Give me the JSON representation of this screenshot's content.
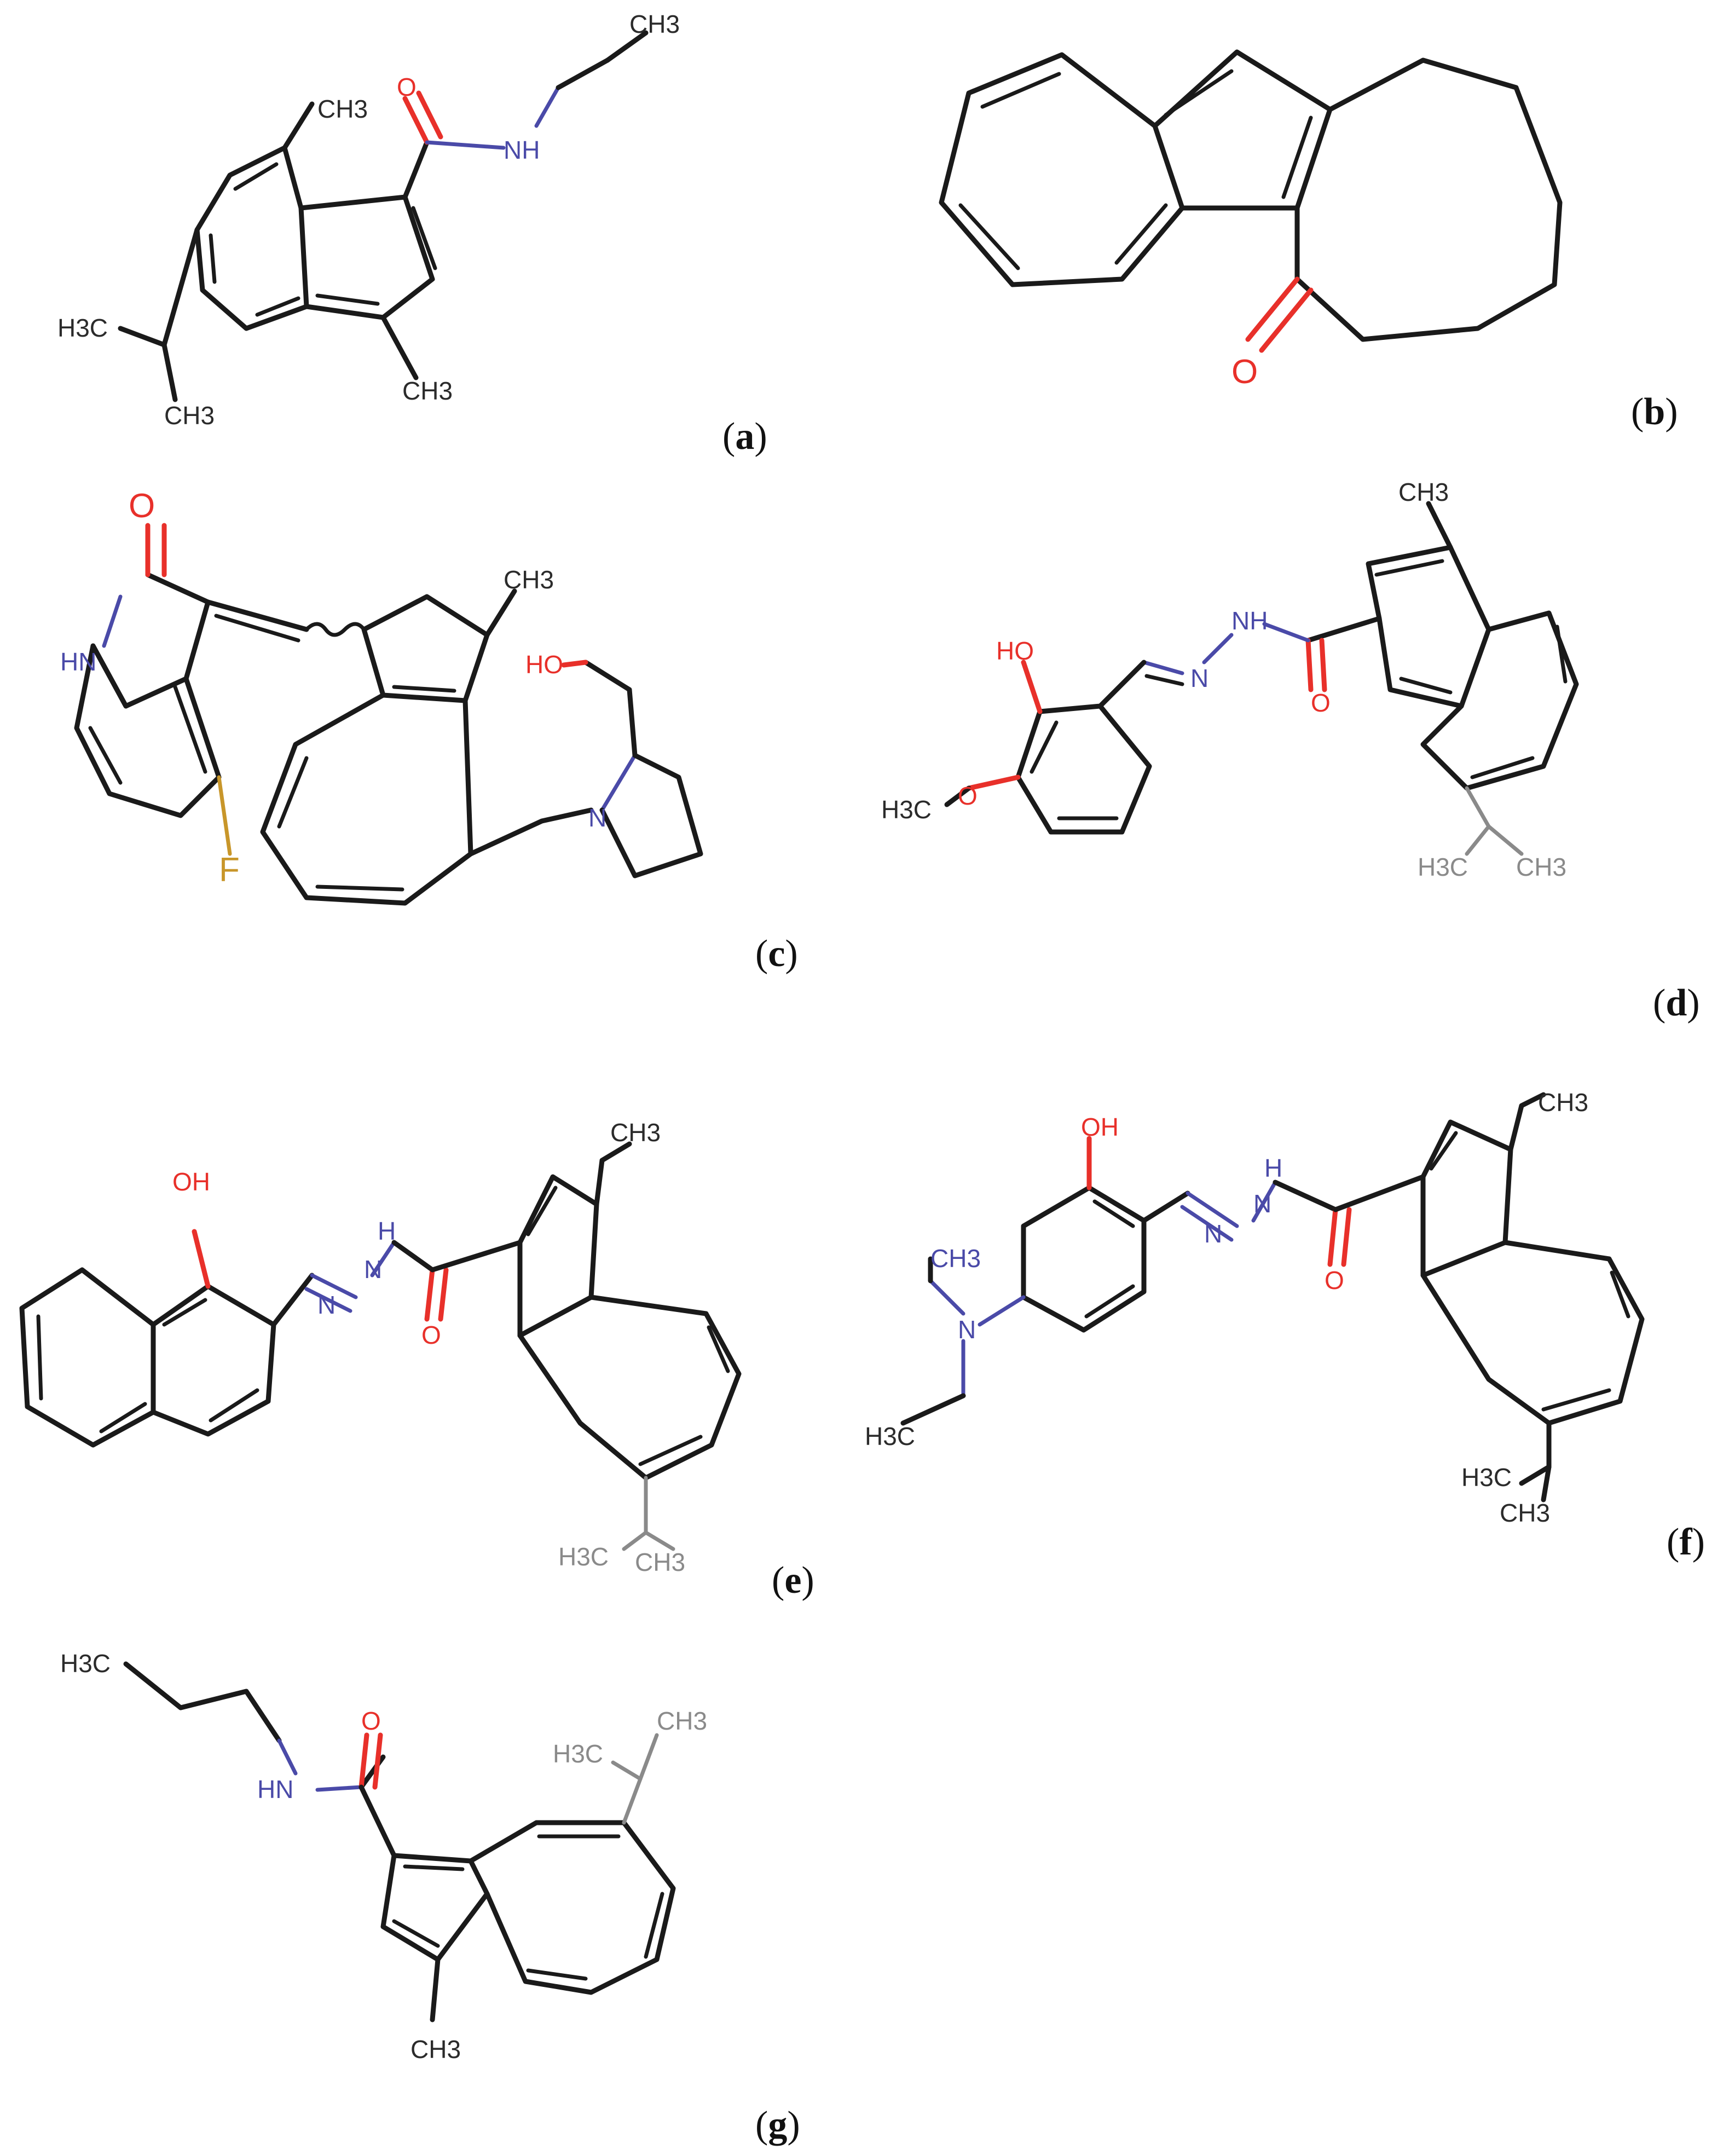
{
  "panels": [
    {
      "id": "a",
      "label": "a",
      "atoms": {
        "ch3_top": "CH3",
        "ch3_ring": "CH3",
        "ch3_low": "CH3",
        "h3c": "H3C",
        "ch3_iso": "CH3",
        "o": "O",
        "nh": "NH"
      }
    },
    {
      "id": "b",
      "label": "b",
      "atoms": {
        "o": "O"
      }
    },
    {
      "id": "c",
      "label": "c",
      "atoms": {
        "o": "O",
        "hn": "HN",
        "f": "F",
        "ch3": "CH3",
        "ho": "HO",
        "n": "N"
      }
    },
    {
      "id": "d",
      "label": "d",
      "atoms": {
        "ch3": "CH3",
        "nh": "NH",
        "n": "N",
        "o": "O",
        "ho": "HO",
        "h3c_o": "H3C",
        "o_ether": "O",
        "h3c_iso": "H3C",
        "ch3_iso": "CH3"
      }
    },
    {
      "id": "e",
      "label": "e",
      "atoms": {
        "oh": "OH",
        "n": "N",
        "nh": "N",
        "h": "H",
        "o": "O",
        "ch3": "CH3",
        "h3c_iso": "H3C",
        "ch3_iso": "CH3"
      }
    },
    {
      "id": "f",
      "label": "f",
      "atoms": {
        "oh": "OH",
        "ch3_et": "CH3",
        "n_amine": "N",
        "h3c_et": "H3C",
        "n": "N",
        "nh": "N",
        "h": "H",
        "o": "O",
        "ch3": "CH3",
        "h3c_iso": "H3C",
        "ch3_iso": "CH3"
      }
    },
    {
      "id": "g",
      "label": "g",
      "atoms": {
        "h3c": "H3C",
        "o": "O",
        "hn": "HN",
        "h3c_iso": "H3C",
        "ch3_iso": "CH3",
        "ch3": "CH3"
      }
    }
  ],
  "colors": {
    "bond": "#1a1a1a",
    "oxygen": "#e8302a",
    "nitrogen": "#4a4aa8",
    "fluorine": "#c8962a",
    "grey_label": "#8a8a8a",
    "background": "#ffffff"
  }
}
